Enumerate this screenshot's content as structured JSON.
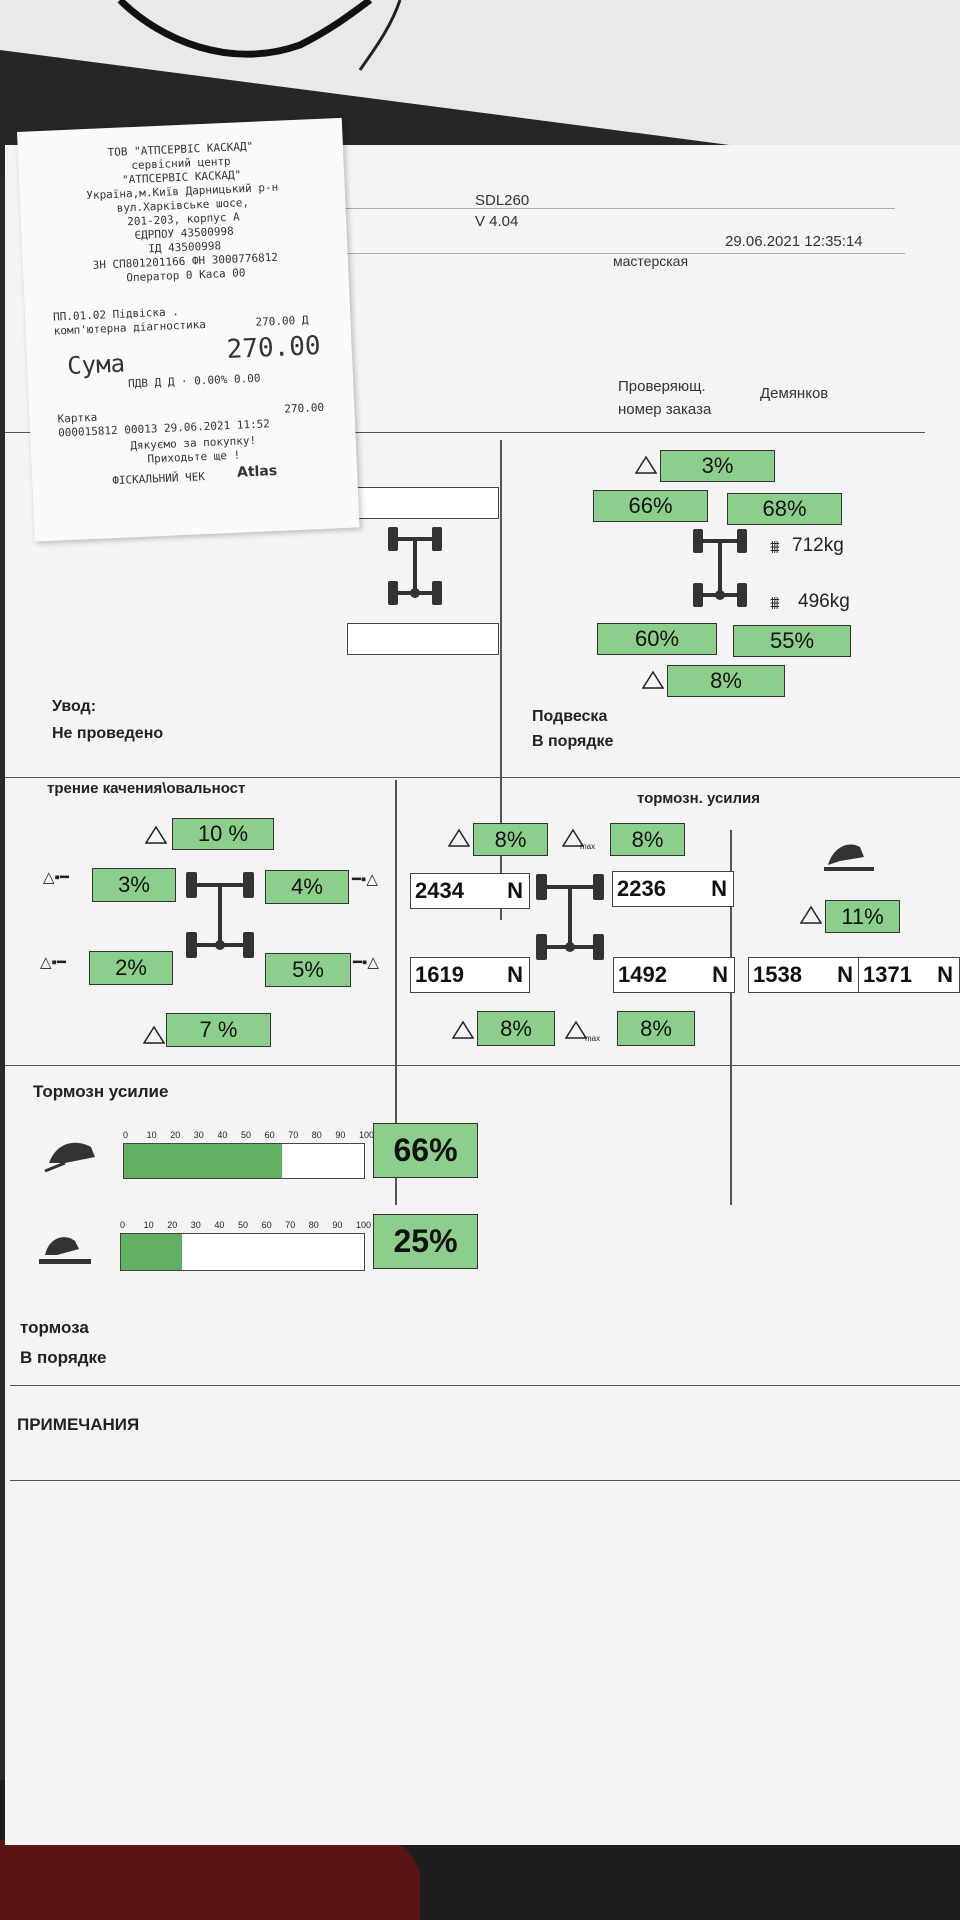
{
  "header": {
    "model": "SDL260",
    "version": "V 4.04",
    "datetime": "29.06.2021  12:35:14",
    "workshop": "мастерская",
    "inspector_label": "Проверяющ.",
    "inspector_name": "Демянков",
    "order_label": "номер заказа"
  },
  "alignment": {
    "title": "Увод:",
    "status": "Не проведено"
  },
  "suspension": {
    "top_delta": "3%",
    "front_left": "66%",
    "front_right": "68%",
    "front_weight": "712kg",
    "rear_weight": "496kg",
    "rear_left": "60%",
    "rear_right": "55%",
    "bottom_delta": "8%",
    "title": "Подвеска",
    "status": "В порядке"
  },
  "rolling_resistance": {
    "title": "трение качения\\овальност",
    "top_delta": "10  %",
    "front_left": "3%",
    "front_right": "4%",
    "rear_left": "2%",
    "rear_right": "5%",
    "bottom_delta": "7  %"
  },
  "braking_forces": {
    "title": "тормозн. усилия",
    "front_delta": "8%",
    "front_delta_max": "8%",
    "front_left": "2434",
    "front_right": "2236",
    "rear_left": "1619",
    "rear_right": "1492",
    "rear_delta": "8%",
    "rear_delta_max": "8%",
    "unit": "N",
    "max_sub": "max"
  },
  "parking_brake": {
    "delta": "11%",
    "left": "1538",
    "right": "1371",
    "unit": "N"
  },
  "brake_efficiency": {
    "title": "Тормозн усилие",
    "scale": [
      "0",
      "10",
      "20",
      "30",
      "40",
      "50",
      "60",
      "70",
      "80",
      "90",
      "100"
    ],
    "service_value": 66,
    "service_label": "66%",
    "parking_value": 25,
    "parking_label": "25%"
  },
  "brakes": {
    "title": "тормоза",
    "status": "В порядке"
  },
  "notes": {
    "title": "ПРИМЕЧАНИЯ"
  },
  "receipt": {
    "lines_center": [
      "ТОВ \"АТПСЕРВІС КАСКАД\"",
      "сервісний центр",
      "\"АТПСЕРВІС КАСКАД\"",
      "Україна,м.Київ Дарницький р-н",
      "вул.Харківське шосе,",
      "201-203, корпус А",
      "ЄДРПОУ 43500998",
      "ІД       43500998"
    ],
    "zn": "ЗН СП801201166   ФН 3000776812",
    "operator": "Оператор 0 Каса 00",
    "item_code": "ПП.01.02 Підвіска .",
    "item_name": "комп'ютерна діагностика",
    "item_price": "270.00 Д",
    "total_label": "Сума",
    "total_value": "270.00",
    "vat": "ПДВ Д Д  ·  0.00%      0.00",
    "card_label": "Картка",
    "card_value": "270.00",
    "check_line": "000015812 00013 29.06.2021 11:52",
    "thanks": "Дякуємо  за покупку!",
    "come_again": "Приходьте ще !",
    "fiscal": "ФІСКАЛЬНИЙ ЧЕК",
    "brand": "Atlas"
  }
}
